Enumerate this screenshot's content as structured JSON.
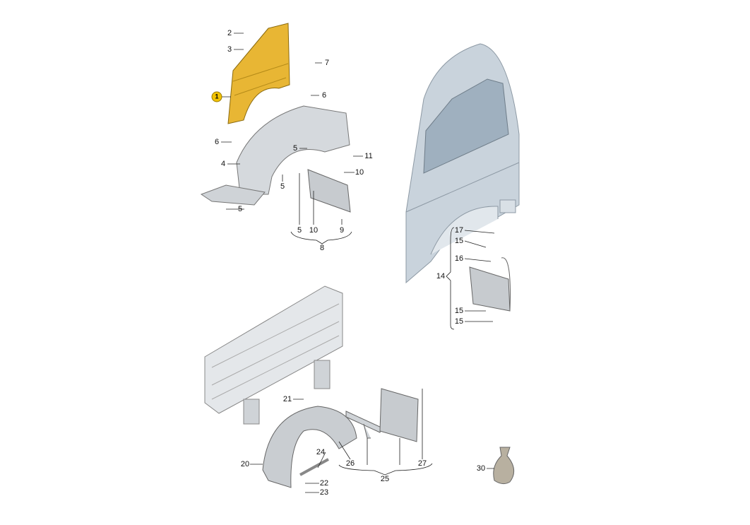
{
  "diagram": {
    "highlight_color": "#f2c200",
    "callouts": [
      "1",
      "2",
      "3",
      "7",
      "6",
      "6",
      "5",
      "11",
      "4",
      "10",
      "5",
      "5",
      "5",
      "10",
      "9",
      "8",
      "17",
      "15",
      "16",
      "14",
      "15",
      "15",
      "21",
      "24",
      "20",
      "26",
      "27",
      "25",
      "22",
      "23",
      "30"
    ]
  }
}
